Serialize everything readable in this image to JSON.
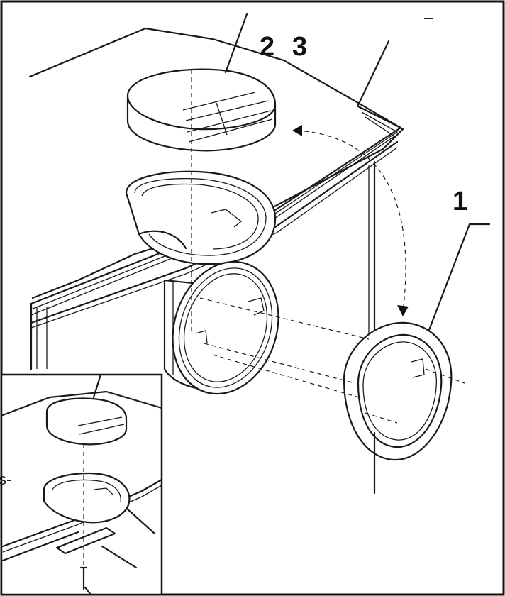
{
  "diagram": {
    "callouts": {
      "label_1": "1",
      "label_2": "2",
      "label_3": "3",
      "dash_mark": "–",
      "edge_fragment": "s-"
    }
  }
}
